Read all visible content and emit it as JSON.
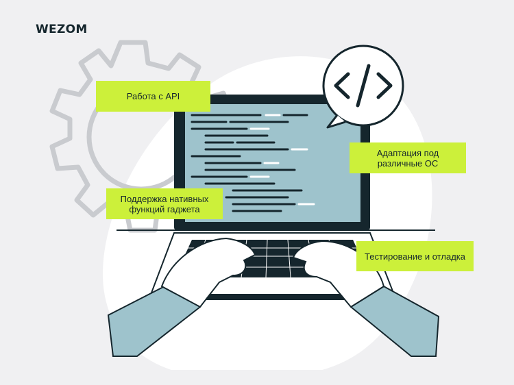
{
  "brand": {
    "logo_text": "WEZOM"
  },
  "labels": {
    "api": "Работа с API",
    "os": "Адаптация под различные ОС",
    "native": "Поддержка нативных функций гаджета",
    "testing": "Тестирование и отладка"
  },
  "icons": {
    "speech_bubble": "code-brackets-icon",
    "gear": "gear-icon"
  },
  "colors": {
    "accent": "#ccf03a",
    "dark": "#15262d",
    "screen": "#9ec3cc",
    "sleeve": "#9ec3cc",
    "background": "#f0f0f2"
  }
}
